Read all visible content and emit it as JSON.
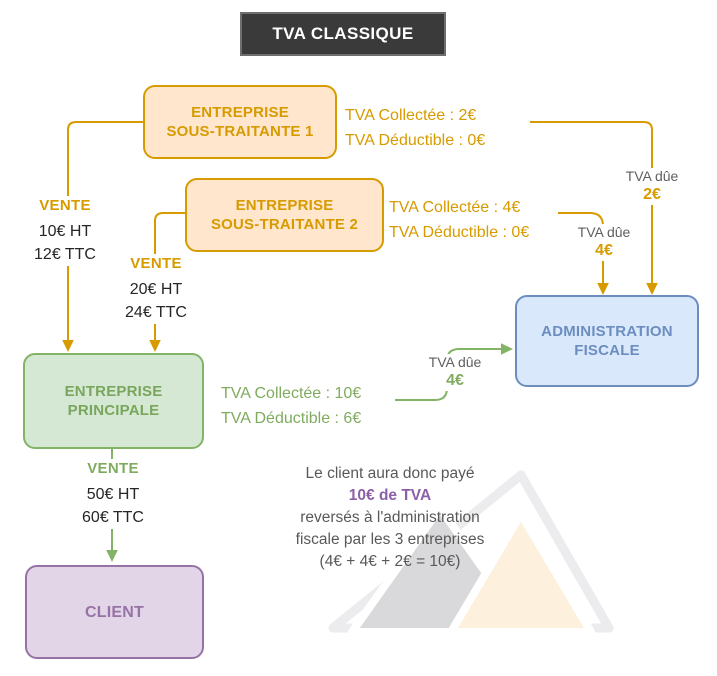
{
  "title": "TVA CLASSIQUE",
  "colors": {
    "orange": "#D79B00",
    "orange_fill": "#FFE6CC",
    "green": "#82B366",
    "green_fill": "#D5E8D4",
    "blue": "#6C8EBF",
    "blue_fill": "#DAE8FC",
    "purple": "#9673A6",
    "purple_fill": "#E1D5E7",
    "gray_text": "#5F5F5F",
    "title_bg": "#3A3A3A",
    "summary_highlight": "#8C5FA8"
  },
  "boxes": {
    "subcontractor1": {
      "line1": "ENTREPRISE",
      "line2": "SOUS-TRAITANTE 1"
    },
    "subcontractor2": {
      "line1": "ENTREPRISE",
      "line2": "SOUS-TRAITANTE 2"
    },
    "principal": {
      "line1": "ENTREPRISE",
      "line2": "PRINCIPALE"
    },
    "tax_admin": {
      "line1": "ADMINISTRATION",
      "line2": "FISCALE"
    },
    "client": {
      "label": "CLIENT"
    }
  },
  "sales": {
    "sale1": {
      "label": "VENTE",
      "ht": "10€ HT",
      "ttc": "12€ TTC"
    },
    "sale2": {
      "label": "VENTE",
      "ht": "20€ HT",
      "ttc": "24€ TTC"
    },
    "sale3": {
      "label": "VENTE",
      "ht": "50€ HT",
      "ttc": "60€ TTC"
    }
  },
  "vat": {
    "sub1": {
      "collected": "TVA Collectée : 2€",
      "deductible": "TVA Déductible : 0€"
    },
    "sub2": {
      "collected": "TVA Collectée : 4€",
      "deductible": "TVA Déductible : 0€"
    },
    "principal": {
      "collected": "TVA Collectée : 10€",
      "deductible": "TVA Déductible : 6€"
    }
  },
  "due": {
    "sub1": {
      "label": "TVA dûe",
      "amount": "2€"
    },
    "sub2": {
      "label": "TVA dûe",
      "amount": "4€"
    },
    "principal": {
      "label": "TVA dûe",
      "amount": "4€"
    }
  },
  "summary": {
    "line1": "Le client aura donc payé",
    "line2": "10€ de TVA",
    "line3": "reversés à l'administration",
    "line4": "fiscale par les 3 entreprises",
    "line5": "(4€ + 4€ + 2€ = 10€)"
  }
}
